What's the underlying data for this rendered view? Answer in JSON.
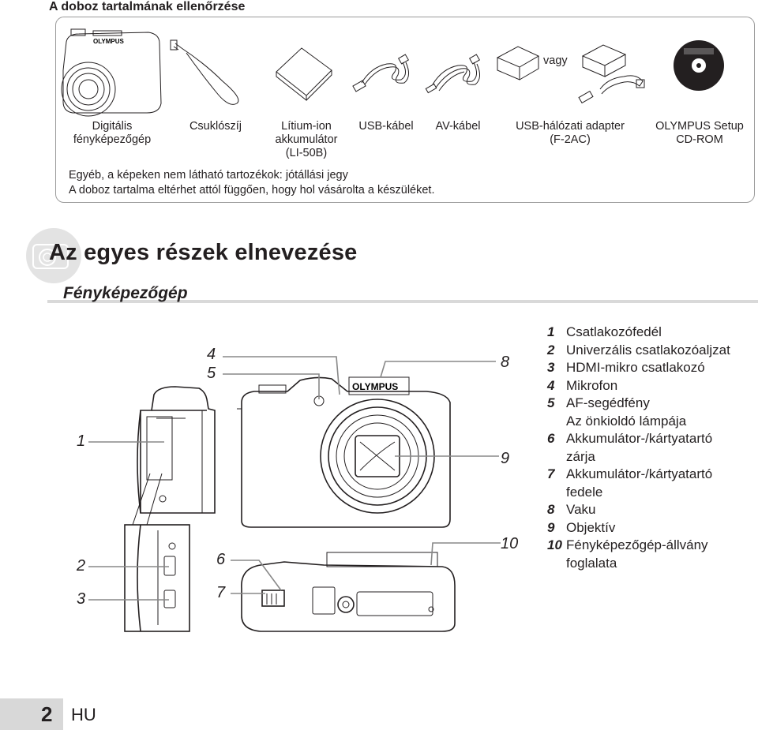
{
  "contents": {
    "title": "A doboz tartalmának ellenőrzése",
    "or_label": "vagy",
    "items": [
      {
        "label": "Digitális fényképezőgép"
      },
      {
        "label": "Csuklószíj"
      },
      {
        "label": "Lítium-ion akkumulátor (LI-50B)"
      },
      {
        "label": "USB-kábel"
      },
      {
        "label": "AV-kábel"
      },
      {
        "label": "USB-hálózati adapter (F-2AC)"
      },
      {
        "label": "OLYMPUS Setup CD-ROM"
      }
    ],
    "note_1": "Egyéb, a képeken nem látható tartozékok: jótállási jegy",
    "note_2": "A doboz tartalma eltérhet attól függően, hogy hol vásárolta a készüléket."
  },
  "section": {
    "title": "Az egyes részek elnevezése",
    "subtitle": "Fényképezőgép"
  },
  "diagram": {
    "brand": "OLYMPUS",
    "callouts": [
      "1",
      "2",
      "3",
      "4",
      "5",
      "6",
      "7",
      "8",
      "9",
      "10"
    ]
  },
  "parts": [
    {
      "num": "1",
      "text": "Csatlakozófedél"
    },
    {
      "num": "2",
      "text": "Univerzális csatlakozóaljzat"
    },
    {
      "num": "3",
      "text": "HDMI-mikro csatlakozó"
    },
    {
      "num": "4",
      "text": "Mikrofon"
    },
    {
      "num": "5",
      "text": "AF-segédfény"
    },
    {
      "num": "",
      "text": "Az önkioldó lámpája"
    },
    {
      "num": "6",
      "text": "Akkumulátor-/kártyatartó zárja"
    },
    {
      "num": "7",
      "text": "Akkumulátor-/kártyatartó fedele"
    },
    {
      "num": "8",
      "text": "Vaku"
    },
    {
      "num": "9",
      "text": "Objektív"
    },
    {
      "num": "10",
      "text": "Fényképezőgép-állvány foglalata"
    }
  ],
  "footer": {
    "page_number": "2",
    "language": "HU"
  },
  "colors": {
    "text": "#231f20",
    "box_border": "#9a9a9a",
    "page_tab": "#d8d8d8"
  }
}
